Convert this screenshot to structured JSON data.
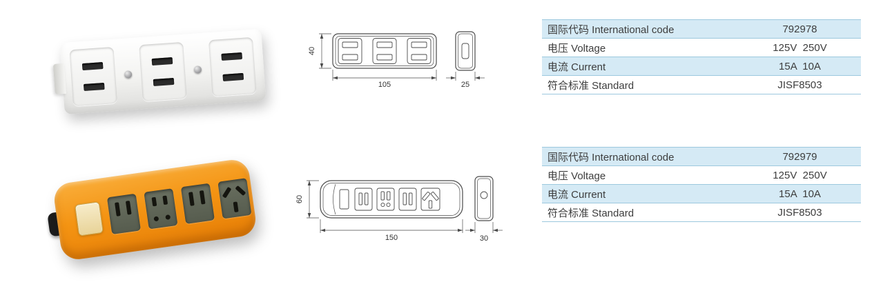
{
  "page": {
    "background_color": "#ffffff"
  },
  "products": [
    {
      "name": "white-triple-outlet-adapter",
      "photo": {
        "body_color": "#f3f3f1",
        "slot_color": "#2b2b2b"
      },
      "drawing": {
        "height_label": "40",
        "width_label": "105",
        "depth_label": "25"
      },
      "table": {
        "rows": [
          {
            "label": "国际代码 International code",
            "value": "792978"
          },
          {
            "label": "电压 Voltage",
            "value": "125V  250V"
          },
          {
            "label": "电流 Current",
            "value": "15A  10A"
          },
          {
            "label": "符合标准 Standard",
            "value": "JISF8503"
          }
        ]
      }
    },
    {
      "name": "orange-power-strip",
      "photo": {
        "body_color": "#f49413",
        "socket_color": "#5d6354",
        "button_color": "#f0e3b6",
        "cable_color": "#1c1c1c"
      },
      "drawing": {
        "height_label": "60",
        "width_label": "150",
        "depth_label": "30"
      },
      "table": {
        "rows": [
          {
            "label": "国际代码 International code",
            "value": "792979"
          },
          {
            "label": "电压 Voltage",
            "value": "125V  250V"
          },
          {
            "label": "电流 Current",
            "value": "15A  10A"
          },
          {
            "label": "符合标准 Standard",
            "value": "JISF8503"
          }
        ]
      }
    }
  ],
  "style": {
    "table_shaded_row_color": "#d5eaf5",
    "table_border_color": "#9cc8de",
    "text_color": "#3d3d3d",
    "drawing_line_color": "#4a4a4a"
  }
}
